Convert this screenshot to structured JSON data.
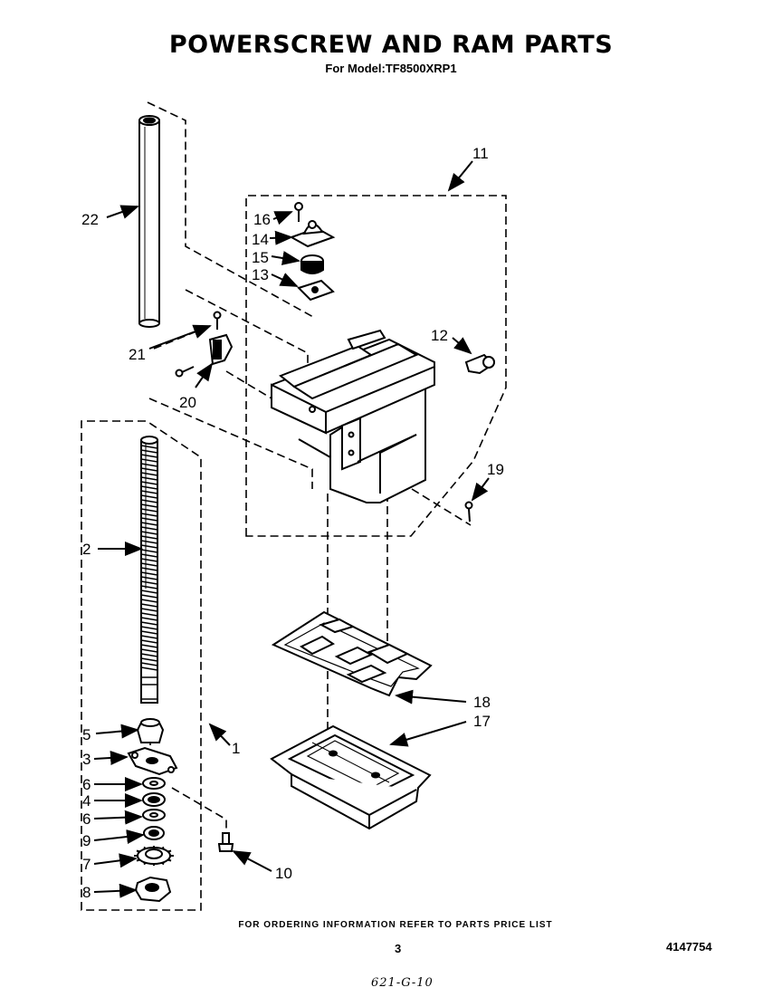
{
  "title": "POWERSCREW AND RAM PARTS",
  "subtitle": "For Model:TF8500XRP1",
  "footer": {
    "ordering_note": "FOR ORDERING INFORMATION REFER TO PARTS PRICE LIST",
    "page_number": "3",
    "document_number": "4147754",
    "handwritten_note": "621-G-10"
  },
  "callouts": [
    {
      "id": "c22",
      "text": "22"
    },
    {
      "id": "c16",
      "text": "16"
    },
    {
      "id": "c14",
      "text": "14"
    },
    {
      "id": "c15",
      "text": "15"
    },
    {
      "id": "c13",
      "text": "13"
    },
    {
      "id": "c11",
      "text": "11"
    },
    {
      "id": "c12",
      "text": "12"
    },
    {
      "id": "c21",
      "text": "21"
    },
    {
      "id": "c20",
      "text": "20"
    },
    {
      "id": "c19",
      "text": "19"
    },
    {
      "id": "c2",
      "text": "2"
    },
    {
      "id": "c18",
      "text": "18"
    },
    {
      "id": "c17",
      "text": "17"
    },
    {
      "id": "c5",
      "text": "5"
    },
    {
      "id": "c1",
      "text": "1"
    },
    {
      "id": "c3",
      "text": "3"
    },
    {
      "id": "c6a",
      "text": "6"
    },
    {
      "id": "c4",
      "text": "4"
    },
    {
      "id": "c6b",
      "text": "6"
    },
    {
      "id": "c9",
      "text": "9"
    },
    {
      "id": "c7",
      "text": "7"
    },
    {
      "id": "c10",
      "text": "10"
    },
    {
      "id": "c8",
      "text": "8"
    }
  ]
}
